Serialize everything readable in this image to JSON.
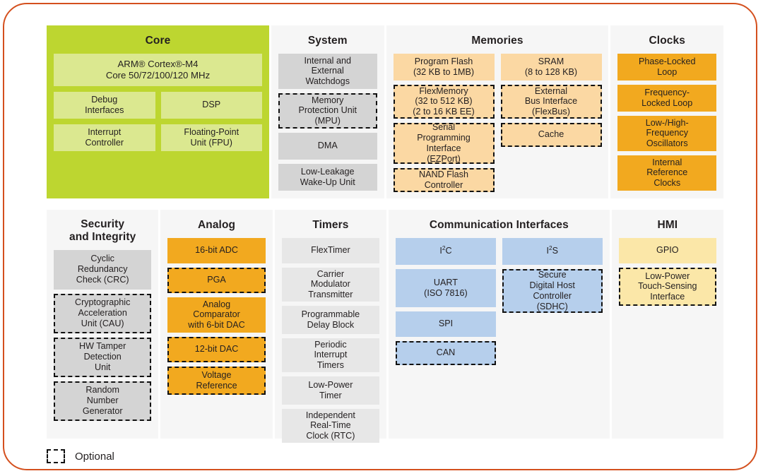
{
  "legend": {
    "optional_label": "Optional"
  },
  "colors": {
    "frame_border": "#d4501e",
    "panel_bg": "#f6f6f6",
    "core_green": "#bdd630",
    "core_block_green": "#dbe890",
    "gray_block": "#d4d4d4",
    "gray_block_light": "#e7e7e7",
    "memory_peach": "#fbd8a3",
    "clock_orange": "#f2a91f",
    "comm_blue": "#b6cfec",
    "hmi_yellow": "#fbe7a8",
    "optional_dash": "#111111"
  },
  "panels": {
    "core": {
      "title": "Core",
      "cpu": "ARM® Cortex®-M4",
      "cpu_line2": "Core 50/72/100/120 MHz",
      "blocks": [
        {
          "label": "Debug\nInterfaces",
          "optional": false
        },
        {
          "label": "DSP",
          "optional": false
        },
        {
          "label": "Interrupt\nController",
          "optional": false
        },
        {
          "label": "Floating-Point\nUnit (FPU)",
          "optional": false
        }
      ]
    },
    "system": {
      "title": "System",
      "blocks": [
        {
          "label": "Internal and\nExternal\nWatchdogs",
          "optional": false
        },
        {
          "label": "Memory\nProtection Unit\n(MPU)",
          "optional": true
        },
        {
          "label": "DMA",
          "optional": false
        },
        {
          "label": "Low-Leakage\nWake-Up Unit",
          "optional": false
        }
      ]
    },
    "memories": {
      "title": "Memories",
      "left_blocks": [
        {
          "label": "Program Flash\n(32 KB to 1MB)",
          "optional": false
        },
        {
          "label": "FlexMemory\n(32 to 512 KB)\n(2 to 16 KB EE)",
          "optional": true
        },
        {
          "label": "Serial\nProgramming\nInterface\n(EZPort)",
          "optional": true
        },
        {
          "label": "NAND Flash\nController",
          "optional": true
        }
      ],
      "right_blocks": [
        {
          "label": "SRAM\n(8 to 128 KB)",
          "optional": false
        },
        {
          "label": "External\nBus Interface\n(FlexBus)",
          "optional": true
        },
        {
          "label": "Cache",
          "optional": true
        }
      ]
    },
    "clocks": {
      "title": "Clocks",
      "blocks": [
        {
          "label": "Phase-Locked\nLoop",
          "optional": false
        },
        {
          "label": "Frequency-\nLocked Loop",
          "optional": false
        },
        {
          "label": "Low-/High-\nFrequency\nOscillators",
          "optional": false
        },
        {
          "label": "Internal\nReference\nClocks",
          "optional": false
        }
      ]
    },
    "security": {
      "title": "Security\nand Integrity",
      "blocks": [
        {
          "label": "Cyclic\nRedundancy\nCheck (CRC)",
          "optional": false
        },
        {
          "label": "Cryptographic\nAcceleration\nUnit (CAU)",
          "optional": true
        },
        {
          "label": "HW Tamper\nDetection\nUnit",
          "optional": true
        },
        {
          "label": "Random\nNumber\nGenerator",
          "optional": true
        }
      ]
    },
    "analog": {
      "title": "Analog",
      "blocks": [
        {
          "label": "16-bit ADC",
          "optional": false
        },
        {
          "label": "PGA",
          "optional": true
        },
        {
          "label": "Analog\nComparator\nwith 6-bit DAC",
          "optional": false
        },
        {
          "label": "12-bit DAC",
          "optional": true
        },
        {
          "label": "Voltage\nReference",
          "optional": true
        }
      ]
    },
    "timers": {
      "title": "Timers",
      "blocks": [
        {
          "label": "FlexTimer",
          "optional": false
        },
        {
          "label": "Carrier\nModulator\nTransmitter",
          "optional": false
        },
        {
          "label": "Programmable\nDelay Block",
          "optional": false
        },
        {
          "label": "Periodic\nInterrupt\nTimers",
          "optional": false
        },
        {
          "label": "Low-Power\nTimer",
          "optional": false
        },
        {
          "label": "Independent\nReal-Time\nClock (RTC)",
          "optional": false
        }
      ]
    },
    "communication": {
      "title": "Communication Interfaces",
      "left_blocks": [
        {
          "label": "I2C",
          "superscript": true,
          "optional": false
        },
        {
          "label": "UART\n(ISO 7816)",
          "optional": false
        },
        {
          "label": "SPI",
          "optional": false
        },
        {
          "label": "CAN",
          "optional": true
        }
      ],
      "right_blocks": [
        {
          "label": "I2S",
          "superscript": true,
          "optional": false
        },
        {
          "label": "Secure\nDigital Host\nController\n(SDHC)",
          "optional": true
        }
      ]
    },
    "hmi": {
      "title": "HMI",
      "blocks": [
        {
          "label": "GPIO",
          "optional": false
        },
        {
          "label": "Low-Power\nTouch-Sensing\nInterface",
          "optional": true
        }
      ]
    }
  }
}
